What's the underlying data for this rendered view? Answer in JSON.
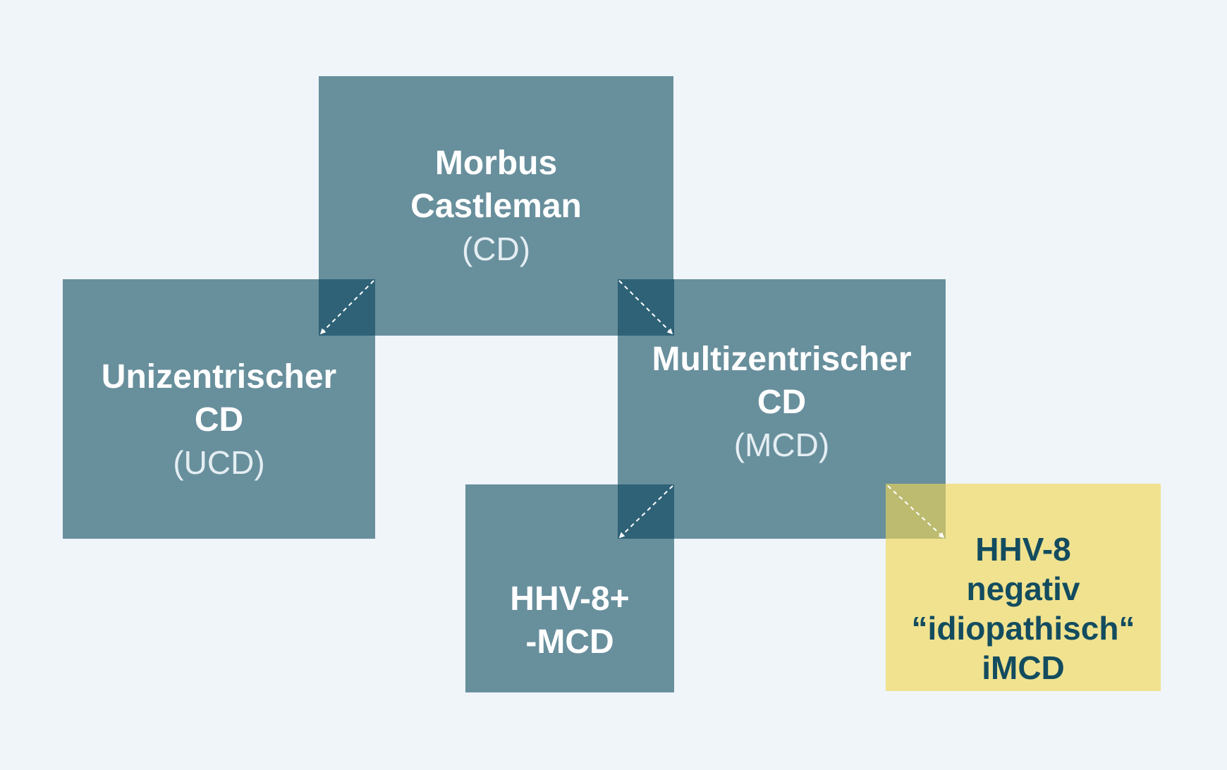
{
  "nodes": {
    "root": {
      "title_line1": "Morbus",
      "title_line2": "Castleman",
      "abbr": "(CD)"
    },
    "ucd": {
      "title_line1": "Unizentrischer",
      "title_line2": "CD",
      "abbr": "(UCD)"
    },
    "mcd": {
      "title_line1": "Multizentrischer",
      "title_line2": "CD",
      "abbr": "(MCD)"
    },
    "hhv8_pos": {
      "line1": "HHV-8+",
      "line2": "-MCD"
    },
    "hhv8_neg": {
      "line1": "HHV-8",
      "line2": "negativ",
      "line3": "“idiopathisch“",
      "line4": "iMCD"
    }
  },
  "colors": {
    "background": "#eff5f9",
    "box_teal": "#688f9c",
    "overlap_dark": "#2f6277",
    "box_yellow": "#f0e28f",
    "overlap_olive": "#bdbb70",
    "text_white": "#ffffff",
    "text_dark": "#134c5f"
  }
}
